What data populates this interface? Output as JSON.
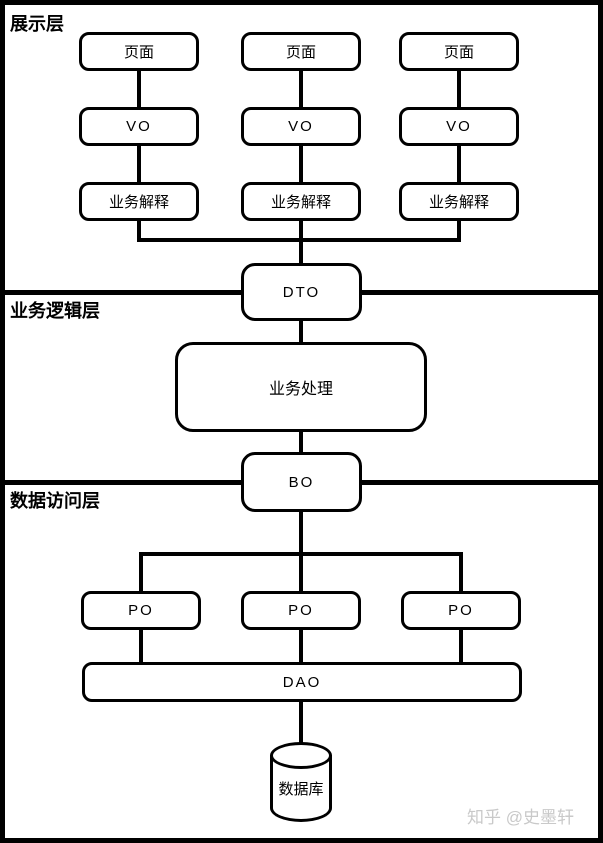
{
  "layers": {
    "presentation": "展示层",
    "business_logic": "业务逻辑层",
    "data_access": "数据访问层"
  },
  "presentation_columns": [
    {
      "page": "页面",
      "vo": "VO",
      "interpret": "业务解释"
    },
    {
      "page": "页面",
      "vo": "VO",
      "interpret": "业务解释"
    },
    {
      "page": "页面",
      "vo": "VO",
      "interpret": "业务解释"
    }
  ],
  "nodes": {
    "dto": "DTO",
    "business_processing": "业务处理",
    "bo": "BO",
    "po": [
      "PO",
      "PO",
      "PO"
    ],
    "dao": "DAO",
    "database": "数据库"
  },
  "watermark": "知乎 @史墨轩",
  "colors": {
    "line": "#000000",
    "background": "#ffffff",
    "watermark_text": "#c9c9c9"
  }
}
